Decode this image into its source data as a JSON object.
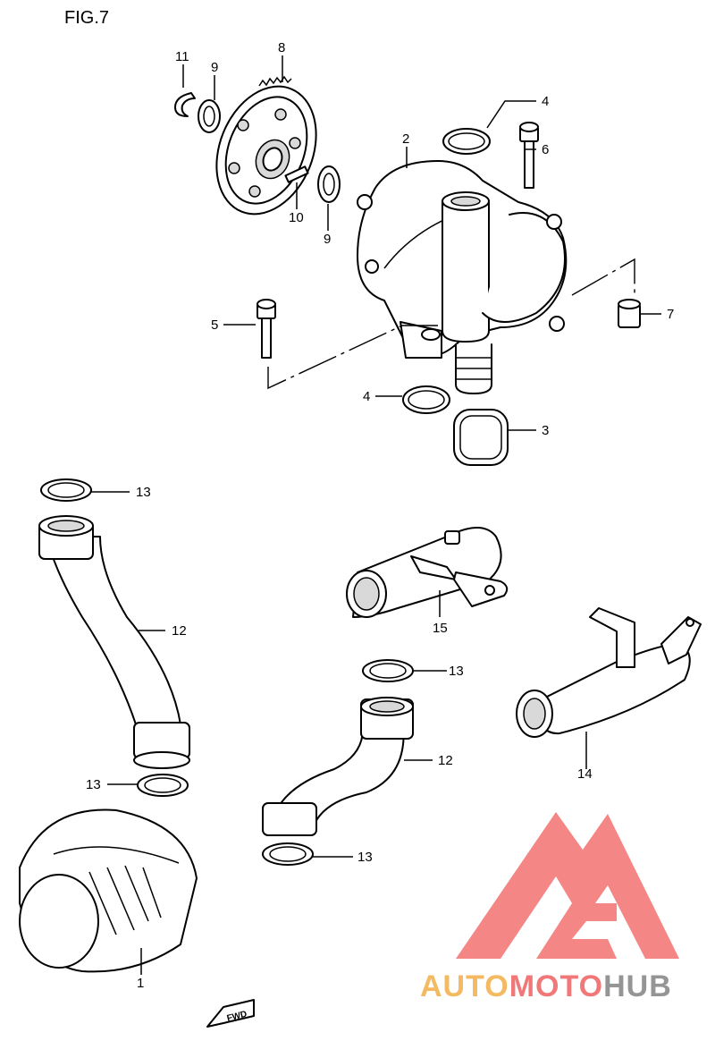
{
  "figure_title": "FIG.7",
  "callouts": {
    "c1": "1",
    "c2": "2",
    "c3": "3",
    "c4a": "4",
    "c4b": "4",
    "c5": "5",
    "c6": "6",
    "c7": "7",
    "c8": "8",
    "c9a": "9",
    "c9b": "9",
    "c10": "10",
    "c11": "11",
    "c12a": "12",
    "c12b": "12",
    "c13a": "13",
    "c13b": "13",
    "c13c": "13",
    "c13d": "13",
    "c14": "14",
    "c15": "15"
  },
  "fwd_label": "FWD",
  "watermark": {
    "part1": "AUTO",
    "part2": "MOTO",
    "part3": "HUB"
  },
  "colors": {
    "logo_orange": "#f2b350",
    "logo_red": "#f06a6a",
    "logo_gray": "#8a8a8a",
    "logo_triangle": "#f47a7a"
  }
}
